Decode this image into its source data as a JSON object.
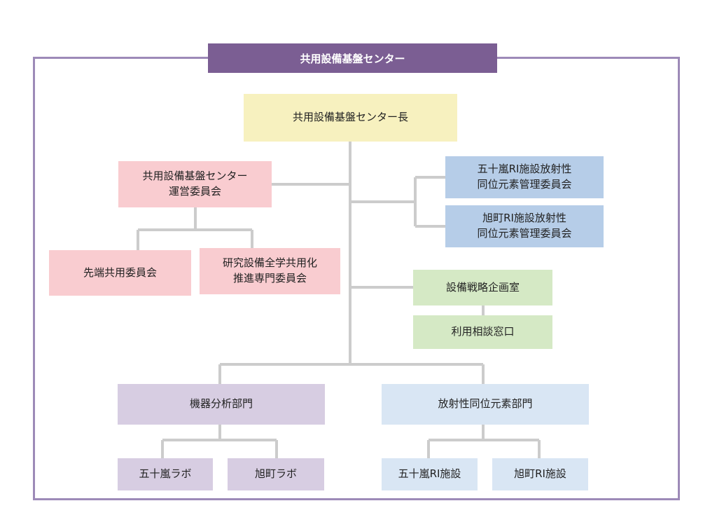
{
  "header": {
    "title": "共用設備基盤センター"
  },
  "nodes": {
    "director": "共用設備基盤センター長",
    "steering_committee": {
      "line1": "共用設備基盤センター",
      "line2": "運営委員会"
    },
    "advanced_committee": "先端共用委員会",
    "research_committee": {
      "line1": "研究設備全学共用化",
      "line2": "推進専門委員会"
    },
    "igarashi_ri_committee": {
      "line1": "五十嵐RI施設放射性",
      "line2": "同位元素管理委員会"
    },
    "asahimachi_ri_committee": {
      "line1": "旭町RI施設放射性",
      "line2": "同位元素管理委員会"
    },
    "strategy_office": "設備戦略企画室",
    "consultation_desk": "利用相談窓口",
    "instrument_division": "機器分析部門",
    "radioisotope_division": "放射性同位元素部門",
    "igarashi_lab": "五十嵐ラボ",
    "asahimachi_lab": "旭町ラボ",
    "igarashi_ri": "五十嵐RI施設",
    "asahimachi_ri": "旭町RI施設"
  },
  "colors": {
    "header": "#7b5e93",
    "frame": "#9d8ab8",
    "connector": "#cccccc",
    "director": "#f7f1bf",
    "committee": "#f9ccd0",
    "ri_committee": "#b6cde8",
    "office": "#d5e9c5",
    "instrument": "#d7cde2",
    "radioisotope": "#d9e6f4"
  }
}
